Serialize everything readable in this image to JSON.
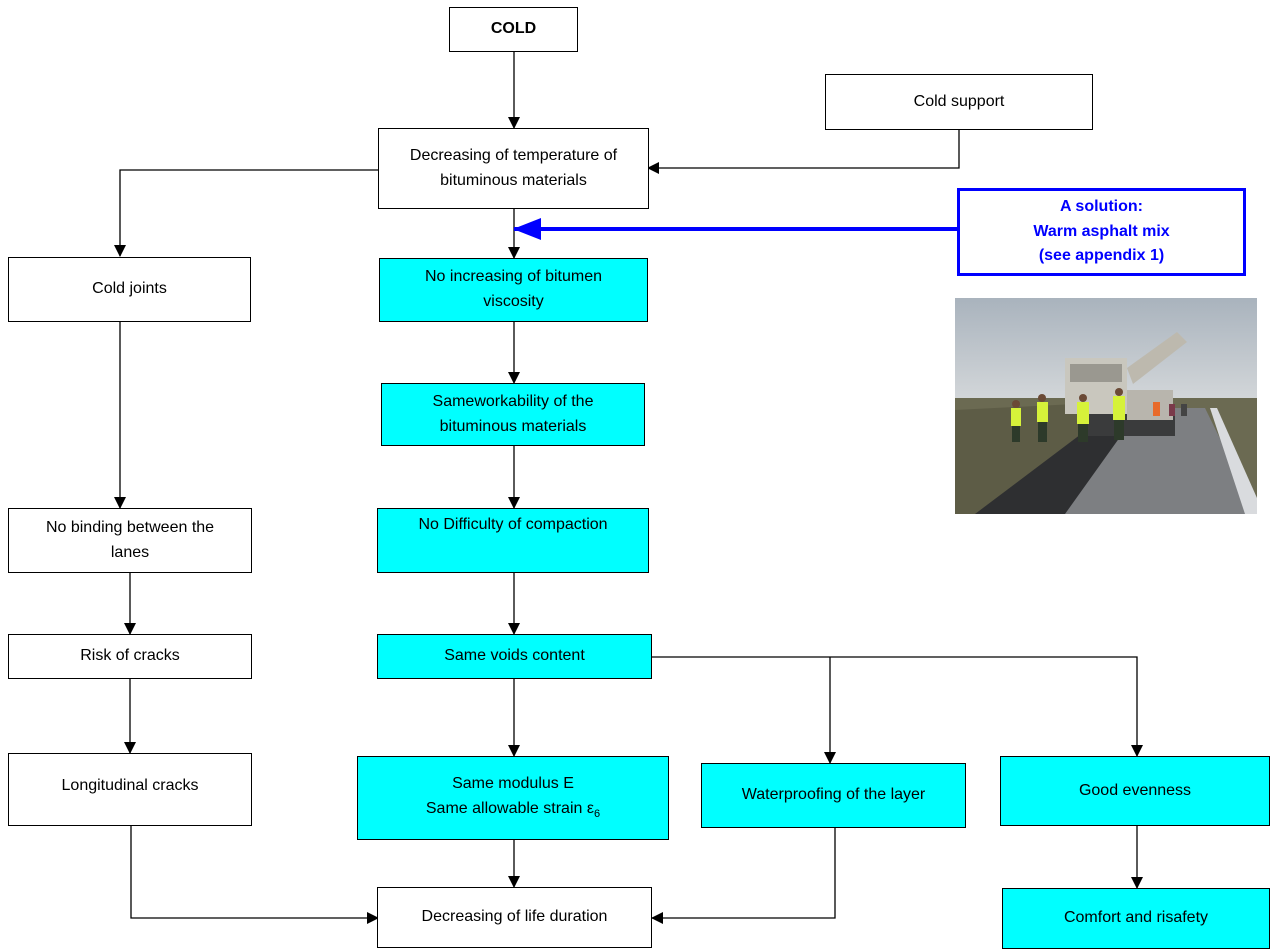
{
  "nodes": {
    "cold": "COLD",
    "cold_support": "Cold support",
    "decreasing_temperature": [
      "Decreasing of temperature of",
      "bituminous materials"
    ],
    "solution": [
      "A solution:",
      "Warm asphalt mix",
      "(see appendix 1)"
    ],
    "cold_joints": "Cold joints",
    "no_increasing_viscosity": [
      "No increasing of bitumen",
      "viscosity"
    ],
    "same_workability": [
      "Sameworkability of the",
      "bituminous materials"
    ],
    "no_difficulty": "No Difficulty of compaction",
    "no_binding": [
      "No binding between the",
      "lanes"
    ],
    "risk_cracks": "Risk of cracks",
    "same_voids": "Same voids content",
    "longitudinal_cracks": "Longitudinal cracks",
    "same_modulus": [
      "Same modulus E",
      "Same allowable strain ε",
      "6"
    ],
    "waterproofing": "Waterproofing of the layer",
    "good_evenness": "Good evenness",
    "decreasing_life": "Decreasing of life duration",
    "comfort": "Comfort and risafety"
  },
  "colors": {
    "highlight": "#00ffff",
    "solution_accent": "#0000ff",
    "arrow": "#000000"
  },
  "photo": {
    "subject": "paving-crew-photo"
  }
}
